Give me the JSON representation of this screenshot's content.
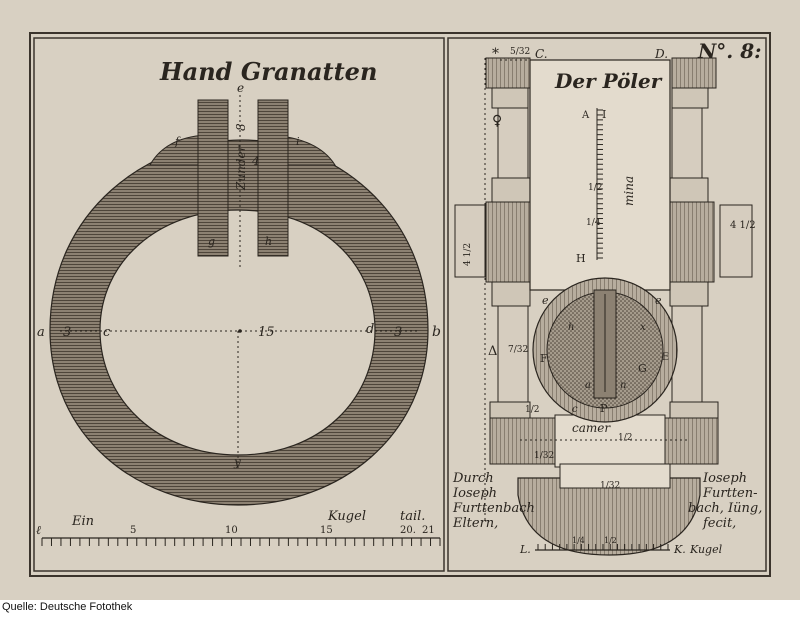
{
  "caption": "Quelle: Deutsche Fotothek",
  "plate_number": "N°. 8:",
  "left_panel": {
    "title": "Hand Granatten",
    "labels": {
      "a": "a",
      "b": "b",
      "c": "c",
      "d": "d",
      "e": "e",
      "f": "f",
      "g": "g",
      "h": "h",
      "i": "i",
      "y": "y",
      "three_left": "3",
      "three_right": "3",
      "fifteen": "15",
      "zunder": "Zunder",
      "eight": "8",
      "four": "4"
    },
    "scale": {
      "ein": "Ein",
      "kugel": "Kugel",
      "tail": "tail.",
      "n5": "5",
      "n10": "10",
      "n15": "15",
      "n20": "20.",
      "n21": "21",
      "ell": "ℓ"
    }
  },
  "right_panel": {
    "title": "Der Pöler",
    "labels": {
      "star": "*",
      "frac_top": "5/32",
      "C": "C.",
      "D": "D.",
      "H": "H",
      "I": "I",
      "A": "A",
      "F": "F",
      "G": "G",
      "P": "P",
      "E": "E",
      "e_left": "e",
      "e_right": "e",
      "c_low": "c",
      "h_low": "h",
      "n_low": "n",
      "x_low": "x",
      "a_low": "a",
      "frac_half_scale": "1/2",
      "frac_quarter": "1/4",
      "mina": "mina",
      "frac_left": "7/32",
      "frac_left2": "1/32",
      "frac_mid": "1/2",
      "frac_mid2": "1/2",
      "frac_bot": "1/32",
      "triangle": "Δ",
      "camer": "camer",
      "venus": "♀",
      "left_block": "4 1/2",
      "right_block": "4 1/2"
    },
    "inscription_left": [
      "Durch",
      "Ioseph",
      "Furttenbach",
      "Eltern,"
    ],
    "inscription_right": [
      "Ioseph",
      "Furtten-",
      "bach, Iüng,",
      "fecit,"
    ],
    "scale": {
      "L": "L.",
      "K": "K.",
      "kugel": "Kugel",
      "frac_a": "1/4",
      "frac_b": "1/2"
    }
  },
  "colors": {
    "paper": "#d8d0c2",
    "ink": "#2a251f",
    "hatch": "#5a4f43",
    "border": "#3b342c",
    "background": "#ffffff"
  }
}
